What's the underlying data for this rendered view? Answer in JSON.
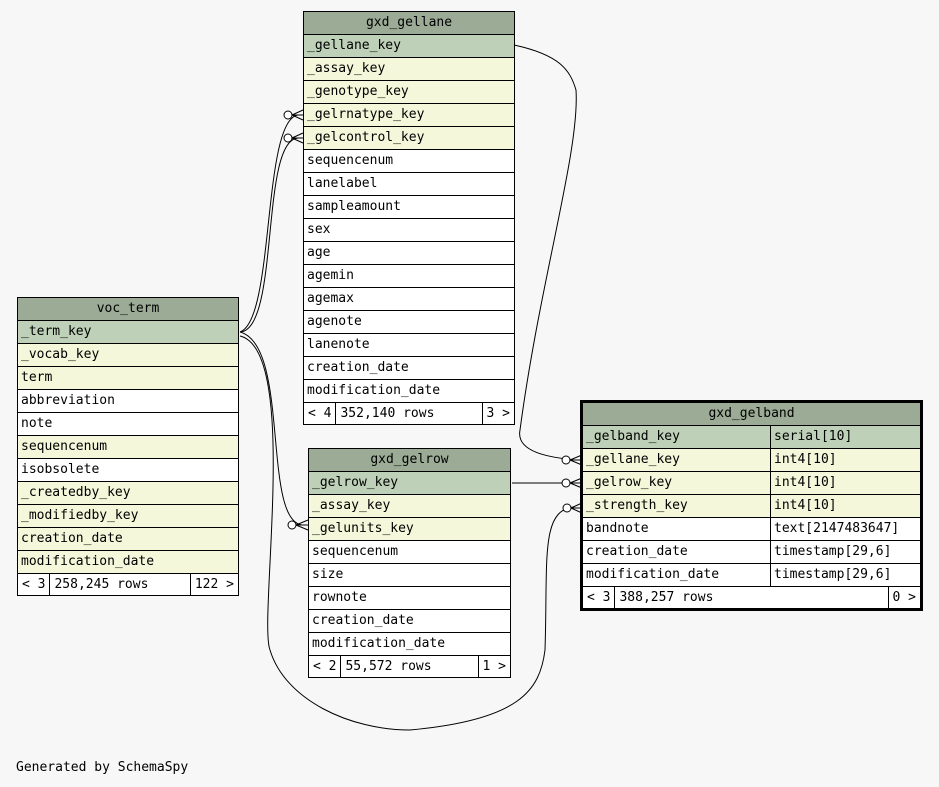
{
  "tables": {
    "gxd_gellane": {
      "name": "gxd_gellane",
      "columns": [
        {
          "name": "_gellane_key",
          "kind": "pk"
        },
        {
          "name": "_assay_key",
          "kind": "fk"
        },
        {
          "name": "_genotype_key",
          "kind": "fk"
        },
        {
          "name": "_gelrnatype_key",
          "kind": "fk"
        },
        {
          "name": "_gelcontrol_key",
          "kind": "fk"
        },
        {
          "name": "sequencenum",
          "kind": "plain"
        },
        {
          "name": "lanelabel",
          "kind": "plain"
        },
        {
          "name": "sampleamount",
          "kind": "plain"
        },
        {
          "name": "sex",
          "kind": "plain"
        },
        {
          "name": "age",
          "kind": "plain"
        },
        {
          "name": "agemin",
          "kind": "plain"
        },
        {
          "name": "agemax",
          "kind": "plain"
        },
        {
          "name": "agenote",
          "kind": "plain"
        },
        {
          "name": "lanenote",
          "kind": "plain"
        },
        {
          "name": "creation_date",
          "kind": "plain"
        },
        {
          "name": "modification_date",
          "kind": "plain"
        }
      ],
      "footer": {
        "parents": "< 4",
        "rows": "352,140 rows",
        "children": "3 >"
      }
    },
    "voc_term": {
      "name": "voc_term",
      "columns": [
        {
          "name": "_term_key",
          "kind": "pk"
        },
        {
          "name": "_vocab_key",
          "kind": "fk"
        },
        {
          "name": "term",
          "kind": "fk"
        },
        {
          "name": "abbreviation",
          "kind": "plain"
        },
        {
          "name": "note",
          "kind": "plain"
        },
        {
          "name": "sequencenum",
          "kind": "fk"
        },
        {
          "name": "isobsolete",
          "kind": "plain"
        },
        {
          "name": "_createdby_key",
          "kind": "fk"
        },
        {
          "name": "_modifiedby_key",
          "kind": "fk"
        },
        {
          "name": "creation_date",
          "kind": "fk"
        },
        {
          "name": "modification_date",
          "kind": "fk"
        }
      ],
      "footer": {
        "parents": "< 3",
        "rows": "258,245 rows",
        "children": "122 >"
      }
    },
    "gxd_gelrow": {
      "name": "gxd_gelrow",
      "columns": [
        {
          "name": "_gelrow_key",
          "kind": "pk"
        },
        {
          "name": "_assay_key",
          "kind": "fk"
        },
        {
          "name": "_gelunits_key",
          "kind": "fk"
        },
        {
          "name": "sequencenum",
          "kind": "plain"
        },
        {
          "name": "size",
          "kind": "plain"
        },
        {
          "name": "rownote",
          "kind": "plain"
        },
        {
          "name": "creation_date",
          "kind": "plain"
        },
        {
          "name": "modification_date",
          "kind": "plain"
        }
      ],
      "footer": {
        "parents": "< 2",
        "rows": "55,572 rows",
        "children": "1 >"
      }
    },
    "gxd_gelband": {
      "name": "gxd_gelband",
      "columns": [
        {
          "name": "_gelband_key",
          "type": "serial[10]",
          "kind": "pk"
        },
        {
          "name": "_gellane_key",
          "type": "int4[10]",
          "kind": "fk"
        },
        {
          "name": "_gelrow_key",
          "type": "int4[10]",
          "kind": "fk"
        },
        {
          "name": "_strength_key",
          "type": "int4[10]",
          "kind": "fk"
        },
        {
          "name": "bandnote",
          "type": "text[2147483647]",
          "kind": "plain"
        },
        {
          "name": "creation_date",
          "type": "timestamp[29,6]",
          "kind": "plain"
        },
        {
          "name": "modification_date",
          "type": "timestamp[29,6]",
          "kind": "plain"
        }
      ],
      "footer": {
        "parents": "< 3",
        "rows": "388,257 rows",
        "children": "0 >"
      }
    }
  },
  "credit": "Generated by SchemaSpy"
}
